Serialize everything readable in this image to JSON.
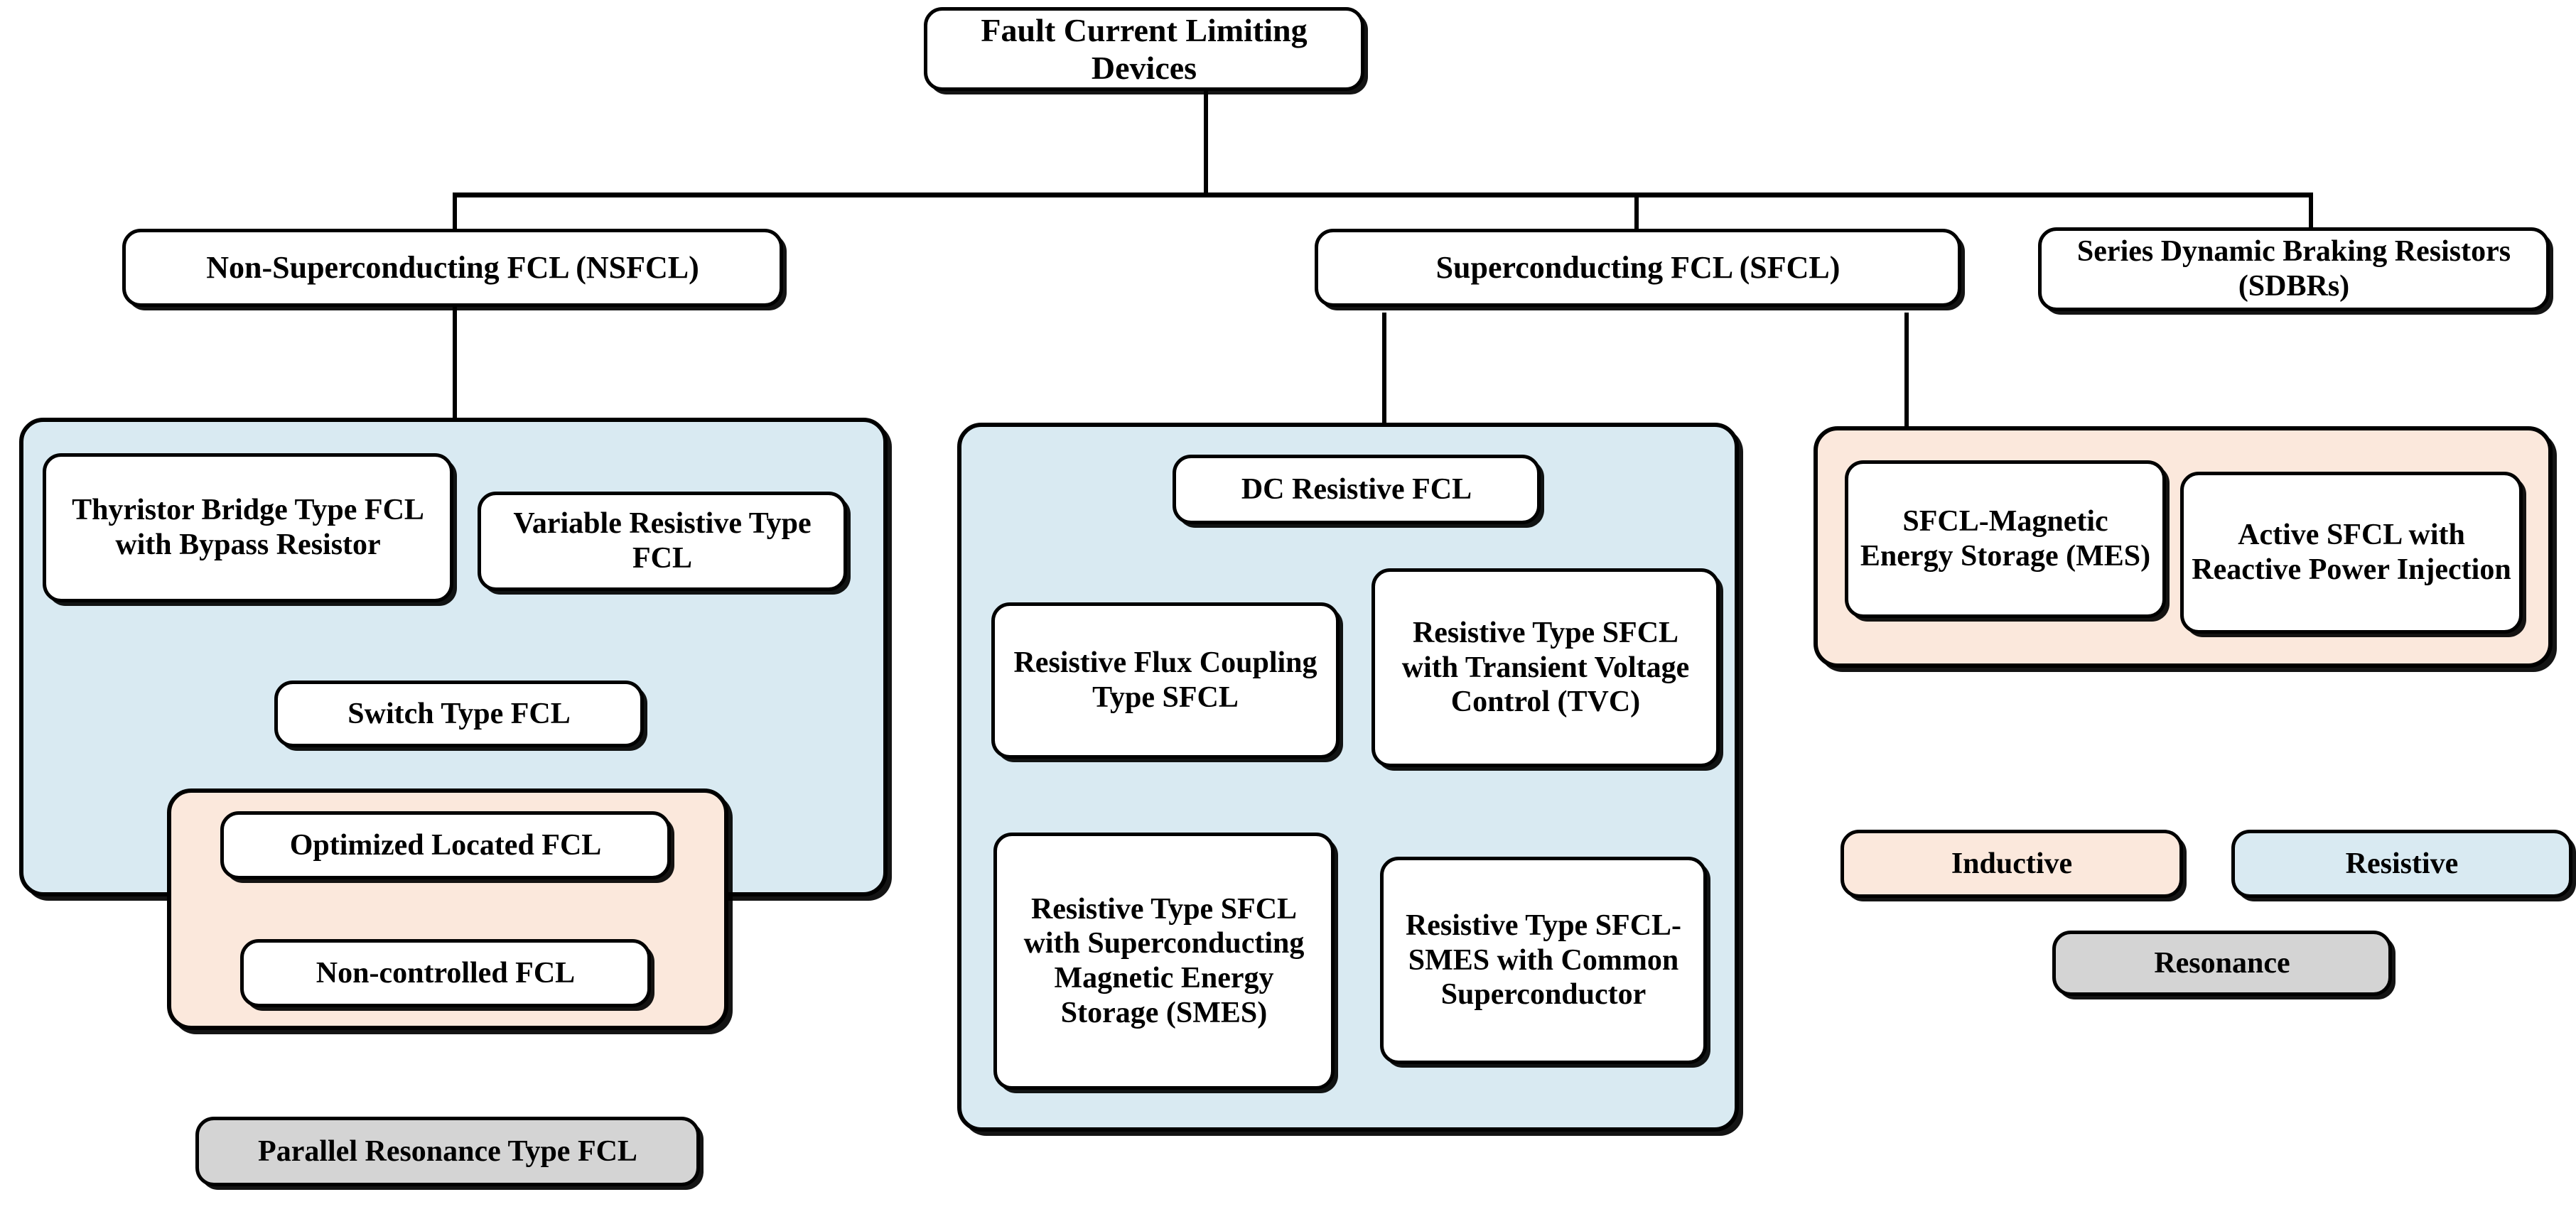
{
  "diagram": {
    "title": "Fault Current Limiting Devices taxonomy",
    "root": {
      "label": "Fault Current Limiting Devices"
    },
    "level2": [
      {
        "id": "nsfcl",
        "label": "Non-Superconducting FCL (NSFCL)"
      },
      {
        "id": "sfcl",
        "label": "Superconducting FCL (SFCL)"
      },
      {
        "id": "sdbr",
        "label": "Series Dynamic Braking Resistors (SDBRs)"
      }
    ],
    "nsfcl_group": {
      "category": "Resistive",
      "nodes": [
        {
          "label": "Thyristor Bridge Type FCL with Bypass Resistor"
        },
        {
          "label": "Variable Resistive Type FCL"
        },
        {
          "label": "Switch Type FCL"
        }
      ],
      "inductive_subgroup": {
        "category": "Inductive",
        "nodes": [
          {
            "label": "Optimized Located FCL"
          },
          {
            "label": "Non-controlled FCL"
          }
        ]
      }
    },
    "resonance_node": {
      "label": "Parallel Resonance Type FCL",
      "category": "Resonance"
    },
    "sfcl_group": {
      "category": "Resistive",
      "nodes": [
        {
          "label": "DC Resistive FCL"
        },
        {
          "label": "Resistive Flux Coupling Type SFCL"
        },
        {
          "label": "Resistive Type SFCL with Transient Voltage Control (TVC)"
        },
        {
          "label": "Resistive Type SFCL with Superconducting Magnetic Energy Storage (SMES)"
        },
        {
          "label": "Resistive Type SFCL-SMES with Common Superconductor"
        }
      ]
    },
    "sfcl_inductive_group": {
      "category": "Inductive",
      "nodes": [
        {
          "label": "SFCL-Magnetic Energy Storage (MES)"
        },
        {
          "label": "Active SFCL with Reactive Power Injection"
        }
      ]
    },
    "legend": {
      "items": [
        {
          "label": "Inductive",
          "color": "#fbe8dc"
        },
        {
          "label": "Resistive",
          "color": "#d9eaf2"
        },
        {
          "label": "Resonance",
          "color": "#d4d4d4"
        }
      ]
    },
    "colors": {
      "inductive": "#fbe8dc",
      "resistive": "#d9eaf2",
      "resonance": "#d4d4d4",
      "outline": "#000000",
      "background": "#ffffff"
    }
  }
}
